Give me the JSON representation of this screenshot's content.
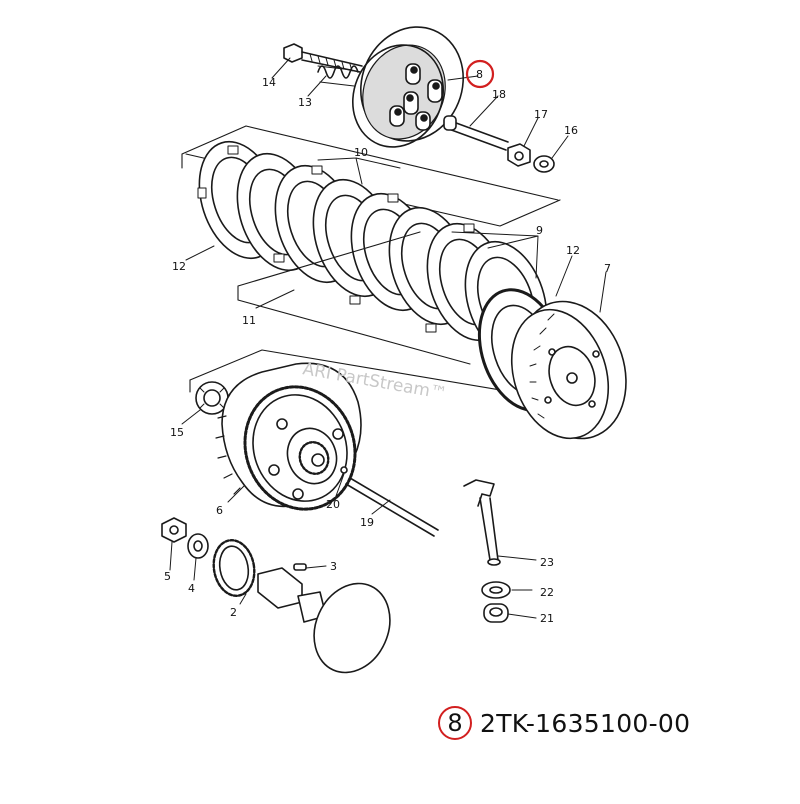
{
  "watermark": "ARI PartStream™",
  "highlight_color": "#d21f1f",
  "selected_part": {
    "ref": "8",
    "part_number": "2TK-1635100-00"
  },
  "callouts": [
    "14",
    "13",
    "8",
    "18",
    "17",
    "16",
    "10",
    "9",
    "12",
    "12",
    "7",
    "11",
    "15",
    "6",
    "20",
    "19",
    "23",
    "5",
    "4",
    "3",
    "2",
    "22",
    "21"
  ]
}
